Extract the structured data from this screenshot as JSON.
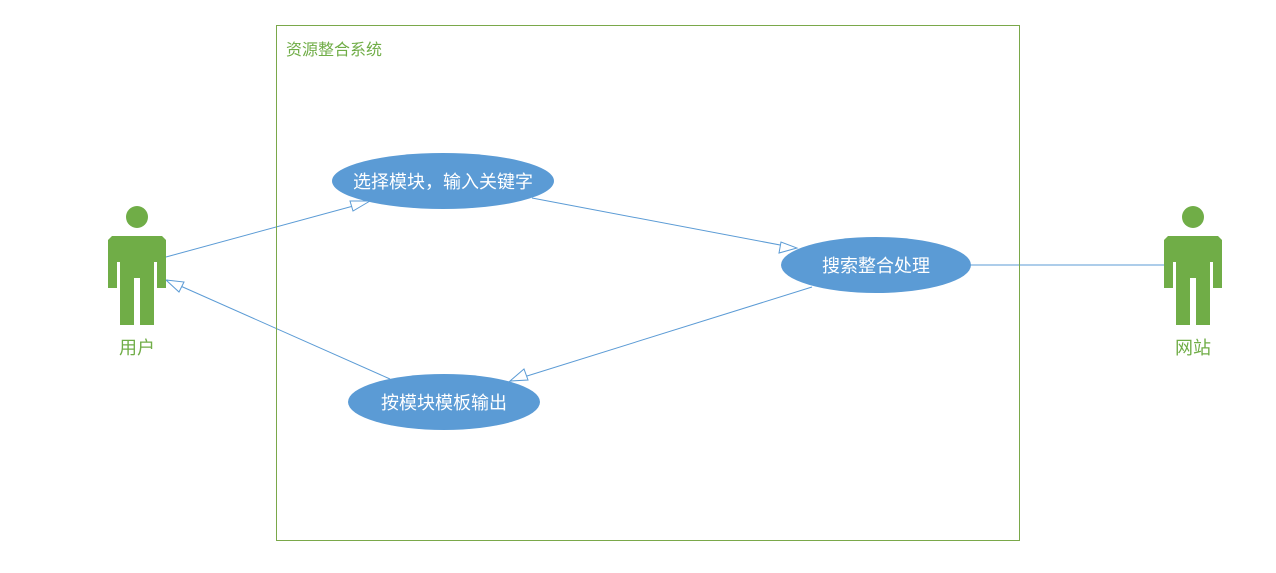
{
  "system": {
    "title": "资源整合系统"
  },
  "actors": {
    "user": {
      "label": "用户"
    },
    "website": {
      "label": "网站"
    }
  },
  "use_cases": {
    "select": {
      "label": "选择模块，输入关键字"
    },
    "process": {
      "label": "搜索整合处理"
    },
    "output": {
      "label": "按模块模板输出"
    }
  },
  "colors": {
    "actor": "#70ad47",
    "boundary": "#7aa84a",
    "usecase_fill": "#5b9bd5",
    "connector": "#5b9bd5",
    "usecase_text": "#ffffff"
  }
}
